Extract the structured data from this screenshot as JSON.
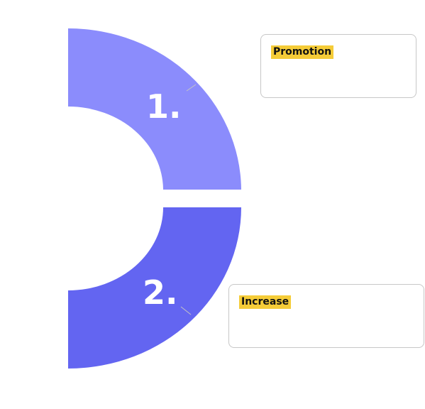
{
  "steps": [
    {
      "number": "1.",
      "title": "Promotion",
      "color": "#8b8cfc"
    },
    {
      "number": "2.",
      "title": "Increase",
      "color": "#6365f1"
    }
  ],
  "colors": {
    "card_border": "#c7c7c7",
    "highlight": "#f5cc38",
    "connector": "#c4c4c4"
  }
}
